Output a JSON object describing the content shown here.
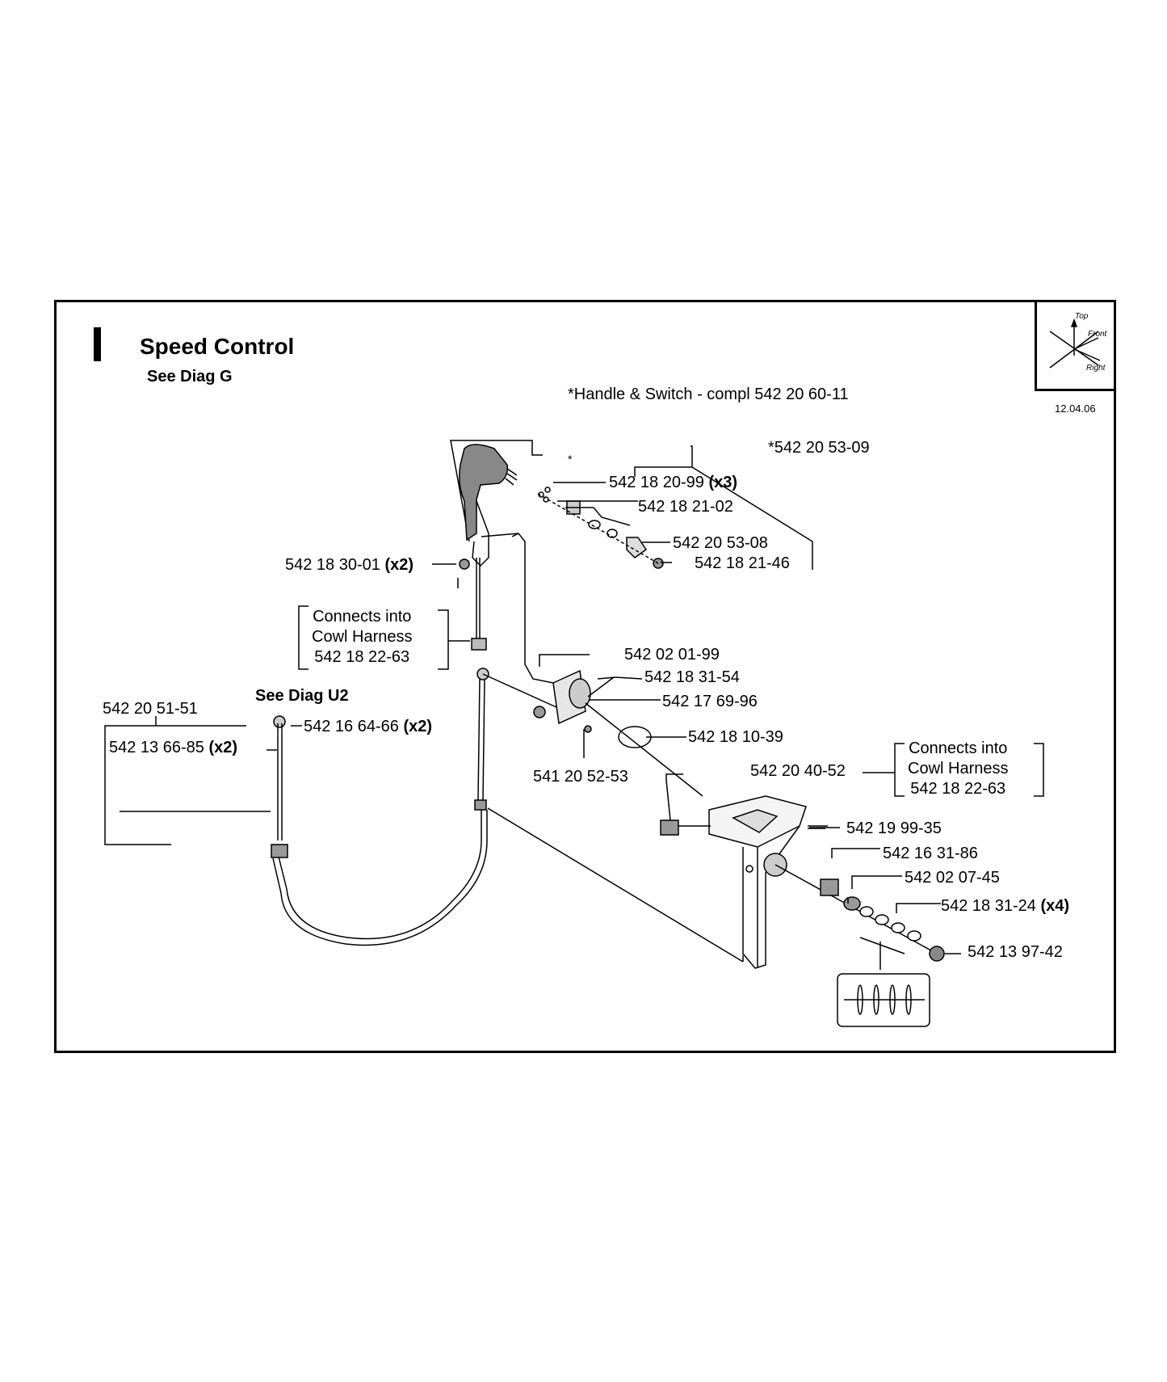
{
  "title": "Speed Control",
  "subtitle": "See Diag G",
  "date": "12.04.06",
  "orientation": {
    "top": "Top",
    "front": "Front",
    "right": "Right"
  },
  "kit_note": "*Handle & Switch - compl 542 20 60-11",
  "asterisk": "*",
  "see_diag_u2": "See Diag U2",
  "parts": {
    "p542205309": "*542 20 53-09",
    "p542182099": "542 18 20-99",
    "p542182102": "542 18 21-02",
    "p542205308": "542 20 53-08",
    "p542182146": "542 18 21-46",
    "p542183001": "542 18 30-01",
    "p542020199": "542 02 01-99",
    "p542183154": "542 18 31-54",
    "p542176996": "542 17 69-96",
    "p542181039": "542 18 10-39",
    "p541205253": "541 20 52-53",
    "p542204052": "542 20 40-52",
    "p542199935": "542 19 99-35",
    "p542163186": "542 16 31-86",
    "p542020745": "542 02 07-45",
    "p542183124": "542 18 31-24",
    "p542139742": "542 13 97-42",
    "p542205151": "542 20 51-51",
    "p542136685": "542 13 66-85",
    "p542166466": "542 16 64-66"
  },
  "qty": {
    "x3": "(x3)",
    "x2": "(x2)",
    "x4": "(x4)"
  },
  "notes": {
    "left": {
      "line1": "Connects into",
      "line2": "Cowl Harness",
      "line3": "542 18 22-63"
    },
    "right": {
      "line1": "Connects into",
      "line2": "Cowl Harness",
      "line3": "542 18 22-63"
    }
  }
}
